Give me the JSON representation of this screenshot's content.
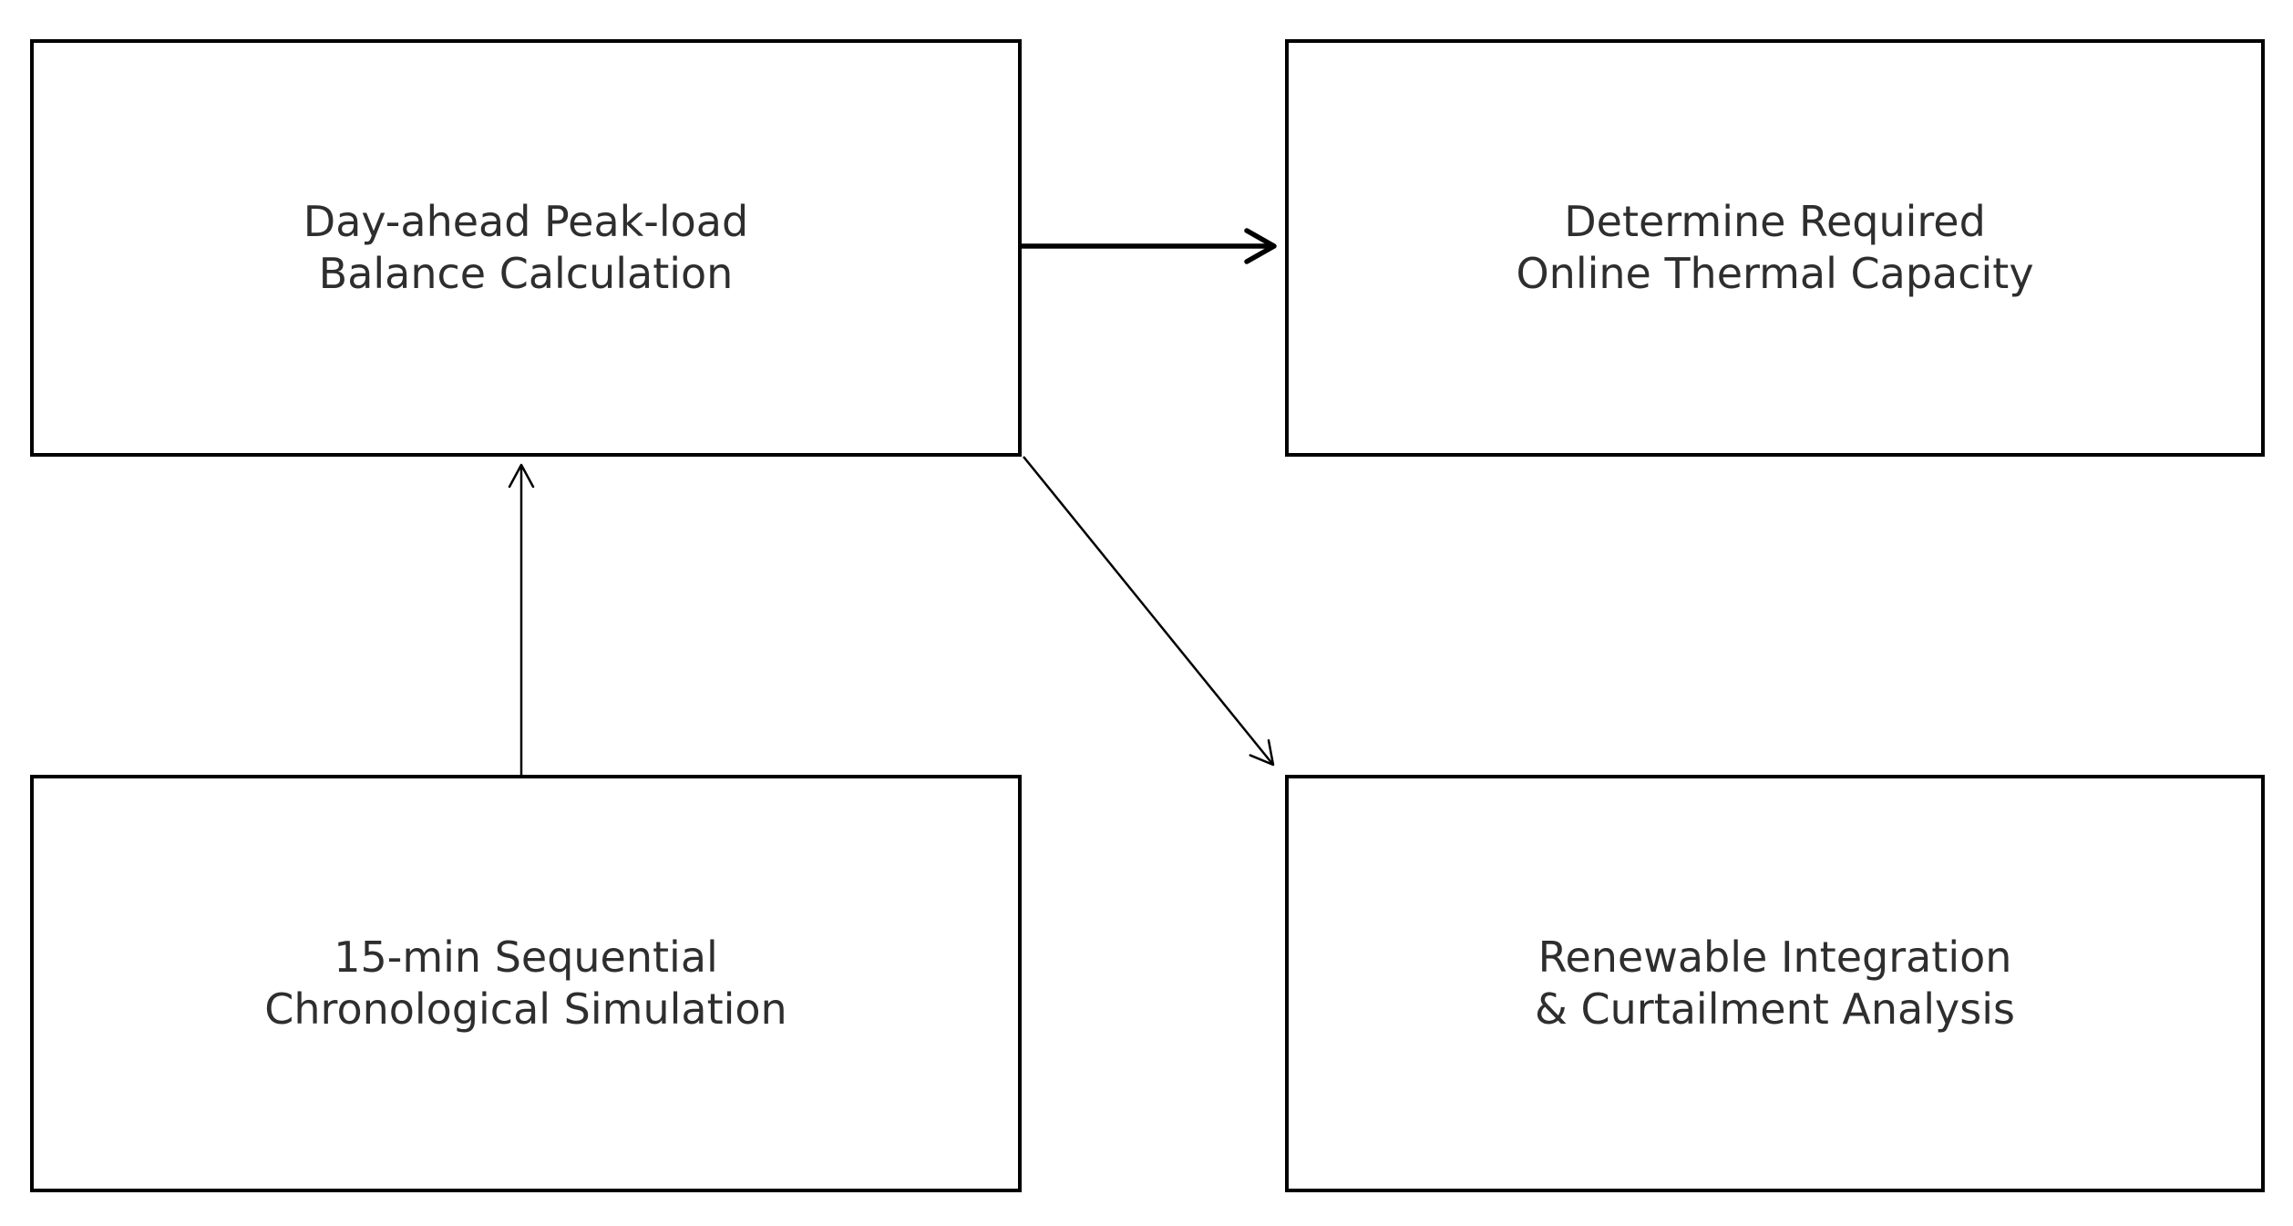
{
  "diagram": {
    "background_color": "#ffffff",
    "box_border_color": "#000000",
    "arrow_color": "#000000",
    "text_color": "#2e2e2e",
    "nodes": [
      {
        "id": "day-ahead-balance",
        "line1": "Day-ahead Peak-load",
        "line2": "Balance Calculation"
      },
      {
        "id": "thermal-capacity",
        "line1": "Determine Required",
        "line2": "Online Thermal Capacity"
      },
      {
        "id": "chronological-simulation",
        "line1": "15-min Sequential",
        "line2": "Chronological Simulation"
      },
      {
        "id": "renewable-curtailment",
        "line1": "Renewable Integration",
        "line2": "& Curtailment Analysis"
      }
    ],
    "edges": [
      {
        "from": "Day-ahead Peak-load Balance Calculation",
        "to": "Determine Required Online Thermal Capacity",
        "style": "thick",
        "direction": "right"
      },
      {
        "from": "15-min Sequential Chronological Simulation",
        "to": "Day-ahead Peak-load Balance Calculation",
        "style": "thin",
        "direction": "up"
      },
      {
        "from": "Day-ahead Peak-load Balance Calculation",
        "to": "Renewable Integration & Curtailment Analysis",
        "style": "thin",
        "direction": "down-right-diagonal"
      }
    ]
  }
}
